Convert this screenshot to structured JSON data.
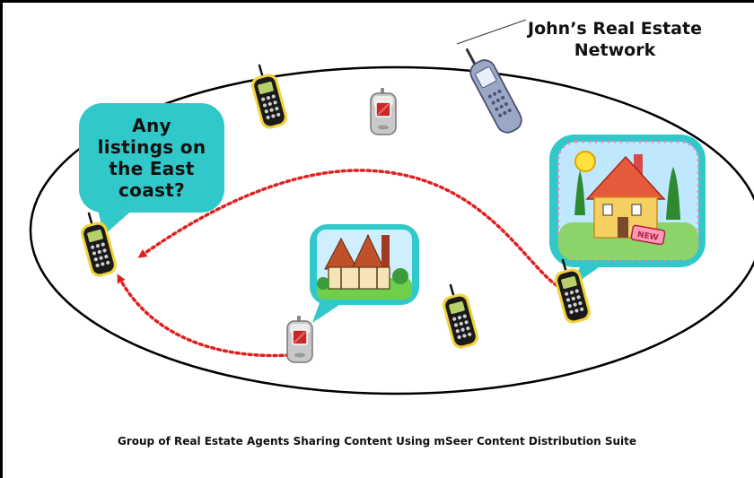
{
  "network": {
    "title_line1": "John’s Real Estate",
    "title_line2": "Network"
  },
  "speech_bubble": {
    "line1": "Any",
    "line2": "listings on",
    "line3": "the East",
    "line4": "coast?"
  },
  "caption": "Group of Real Estate Agents Sharing Content Using mSeer Content Distribution Suite",
  "icons": [
    "flip-phone-icon",
    "cell-phone-icon",
    "house-icon",
    "tudor-house-icon",
    "new-sign-icon"
  ],
  "colors": {
    "bubble": "#30c8c8",
    "arrow": "#e02020",
    "ellipse": "#000000"
  }
}
